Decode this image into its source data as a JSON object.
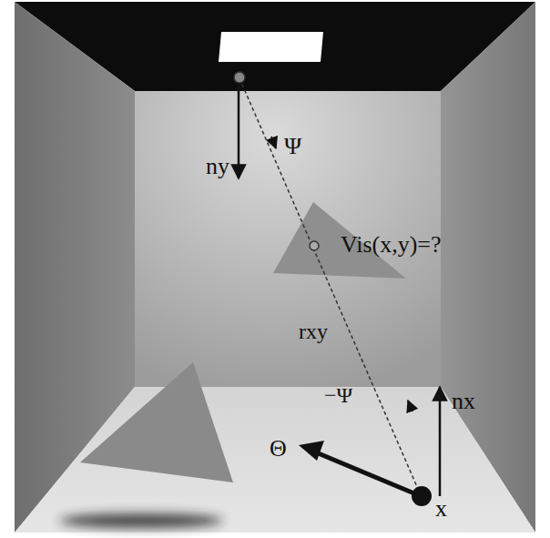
{
  "diagram": {
    "labels": [
      "ny",
      "Ψ",
      "Vis(x,y)=?",
      "rxy",
      "−Ψ",
      "nx",
      "Θ",
      "x"
    ]
  }
}
